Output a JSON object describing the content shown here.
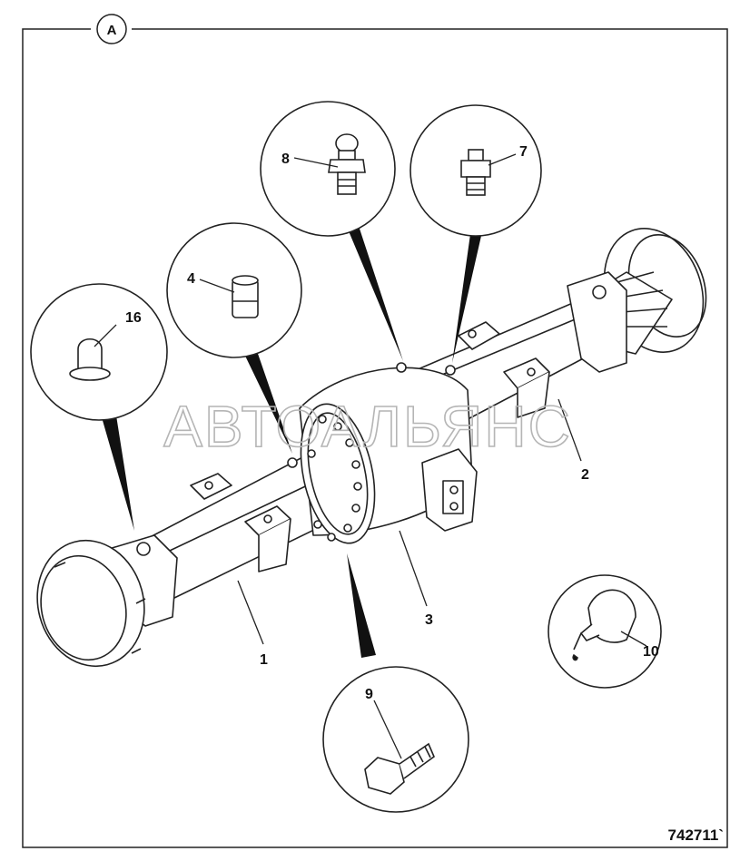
{
  "panel_label": "A",
  "watermark": "АВТОАЛЬЯНС",
  "figure_ref": "742711`",
  "callouts": [
    "16",
    "4",
    "8",
    "7",
    "2",
    "1",
    "3",
    "9",
    "10"
  ]
}
